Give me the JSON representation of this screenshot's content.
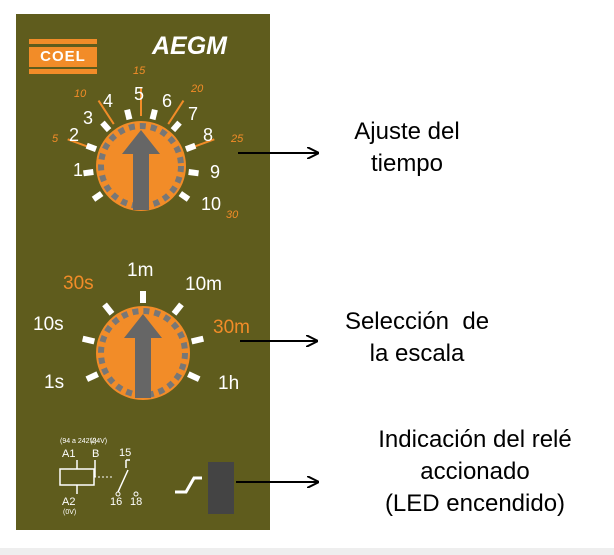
{
  "brand": "COEL",
  "model": "AEGM",
  "colors": {
    "panel": "#5f5c1d",
    "accent": "#f28c28",
    "knob_inner": "#666666",
    "text": "#ffffff",
    "led": "#444444"
  },
  "time_dial": {
    "labels": [
      "1",
      "2",
      "3",
      "4",
      "5",
      "6",
      "7",
      "8",
      "9",
      "10"
    ],
    "alt_labels": [
      "5",
      "10",
      "15",
      "20",
      "25",
      "30"
    ]
  },
  "scale_dial": {
    "labels": [
      "1s",
      "10s",
      "30s",
      "1m",
      "10m",
      "30m",
      "1h"
    ]
  },
  "wiring": {
    "voltage_left": "(94 a 242V)",
    "voltage_right": "(24V)",
    "terminal_a1": "A1",
    "terminal_b": "B",
    "terminal_a2": "A2",
    "terminal_a2_note": "(0V)",
    "contact_15": "15",
    "contact_16": "16",
    "contact_18": "18"
  },
  "captions": {
    "time_adjust": [
      "Ajuste del",
      "tiempo"
    ],
    "scale_select": [
      "Selección  de",
      "la escala"
    ],
    "relay_indicator": [
      "Indicación del relé",
      "accionado",
      "(LED encendido)"
    ]
  }
}
